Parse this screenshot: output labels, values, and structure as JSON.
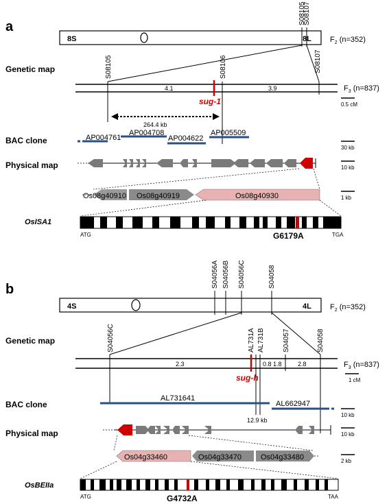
{
  "panel_a": {
    "label": "a",
    "chrom_left": "8S",
    "chrom_right": "8L",
    "chrom_markers": [
      "S08105",
      "S08107"
    ],
    "f2": "F",
    "f2_sub": "2",
    "f2_n": " (n=352)",
    "genetic_map": "Genetic map",
    "gm_markers": [
      "S08105",
      "S08106",
      "S08107"
    ],
    "dist_1": "4.1",
    "dist_2": "3.9",
    "f3": "F",
    "f3_sub": "3",
    "f3_n": " (n=837)",
    "scale_cm": "0.5 cM",
    "mutant": "sug-1",
    "span_kb": "264.4 kb",
    "bac_label": "BAC clone",
    "bacs": [
      "AP004761",
      "AP004708",
      "AP004622",
      "AP005509"
    ],
    "scale_bac": "30 kb",
    "physical_map": "Physical map",
    "scale_phys": "10 kb",
    "genes": [
      "Os08g40910",
      "Os08g40919",
      "Os08g40930"
    ],
    "scale_gene": "1 kb",
    "gene_name": "OsISA1",
    "start": "ATG",
    "stop": "TGA",
    "mutation": "G6179A"
  },
  "panel_b": {
    "label": "b",
    "chrom_left": "4S",
    "chrom_right": "4L",
    "chrom_markers": [
      "S04056A",
      "S04056B",
      "S04056C",
      "S04058"
    ],
    "f2": "F",
    "f2_sub": "2",
    "f2_n": " (n=352)",
    "genetic_map": "Genetic map",
    "gm_markers": [
      "S04056C",
      "AL731A",
      "AL731B",
      "S04057",
      "S04058"
    ],
    "dist_1": "2.3",
    "dist_2": "0.8",
    "dist_3": "1.8",
    "dist_4": "2.8",
    "f3": "F",
    "f3_sub": "3",
    "f3_n": " (n=837)",
    "scale_cm": "1 cM",
    "mutant": "sug-h",
    "bac_label": "BAC clone",
    "bacs": [
      "AL731641",
      "AL662947"
    ],
    "scale_bac": "10 kb",
    "span_kb": "12.9 kb",
    "physical_map": "Physical map",
    "scale_phys": "10 kb",
    "genes": [
      "Os04g33460",
      "Os04g33470",
      "Os04g33480"
    ],
    "scale_gene": "2 kb",
    "gene_name": "OsBEIIa",
    "start": "ATG",
    "stop": "TAA",
    "mutation": "G4732A"
  },
  "colors": {
    "mutant_red": "#d10000",
    "bac_blue": "#2a4f86",
    "gene_gray": "#7a7a7a",
    "target_pink": "#e8b2b2"
  }
}
